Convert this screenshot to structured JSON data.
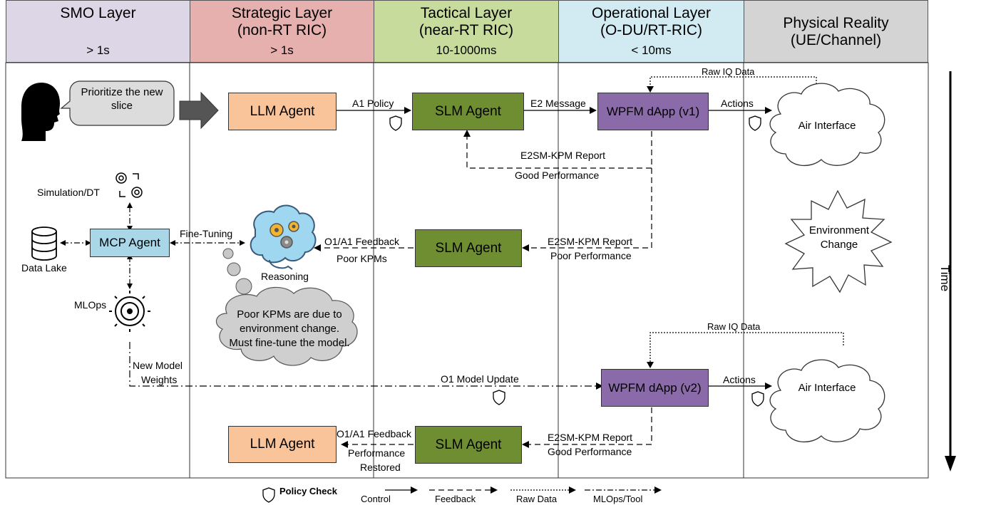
{
  "lanes": [
    {
      "title": "SMO Layer",
      "subtitle": "",
      "rate": "> 1s",
      "color": "#ddd6e7"
    },
    {
      "title": "Strategic Layer",
      "subtitle": "(non-RT RIC)",
      "rate": "> 1s",
      "color": "#e6b0ae"
    },
    {
      "title": "Tactical Layer",
      "subtitle": "(near-RT RIC)",
      "rate": "10-1000ms",
      "color": "#c6db9c"
    },
    {
      "title": "Operational Layer",
      "subtitle": "(O-DU/RT-RIC)",
      "rate": "< 10ms",
      "color": "#d2ebf3"
    },
    {
      "title": "Physical Reality",
      "subtitle": "(UE/Channel)",
      "rate": "",
      "color": "#d4d4d4"
    }
  ],
  "time_label": "Time",
  "smo": {
    "speech": "Prioritize the new slice",
    "simulation": "Simulation/DT",
    "data_lake": "Data Lake",
    "mlops": "MLOps",
    "mcp_agent": "MCP Agent",
    "fine_tuning": "Fine-Tuning",
    "reasoning": "Reasoning",
    "thought": "Poor KPMs are due to environment change. Must fine-tune the model.",
    "new_weights_1": "New Model",
    "new_weights_2": "Weights"
  },
  "row1": {
    "llm": "LLM Agent",
    "a1_policy": "A1 Policy",
    "slm": "SLM Agent",
    "e2_message": "E2 Message",
    "dapp": "WPFM dApp (v1)",
    "raw_iq": "Raw IQ Data",
    "actions": "Actions",
    "air": "Air Interface",
    "report": "E2SM-KPM Report",
    "report_sub": "Good Performance"
  },
  "row2": {
    "feedback": "O1/A1 Feedback",
    "feedback_sub": "Poor KPMs",
    "slm": "SLM Agent",
    "report": "E2SM-KPM Report",
    "report_sub": "Poor Performance",
    "env": "Environment Change"
  },
  "row3": {
    "raw_iq": "Raw IQ Data",
    "model_update": "O1 Model Update",
    "dapp": "WPFM dApp (v2)",
    "actions": "Actions",
    "air": "Air Interface"
  },
  "row4": {
    "llm": "LLM Agent",
    "feedback": "O1/A1 Feedback",
    "feedback_sub1": "Performance",
    "feedback_sub2": "Restored",
    "slm": "SLM Agent",
    "report": "E2SM-KPM Report",
    "report_sub": "Good Performance"
  },
  "legend": {
    "policy_check": "Policy Check",
    "control": "Control",
    "feedback": "Feedback",
    "raw_data": "Raw Data",
    "mlops_tool": "MLOps/Tool"
  }
}
